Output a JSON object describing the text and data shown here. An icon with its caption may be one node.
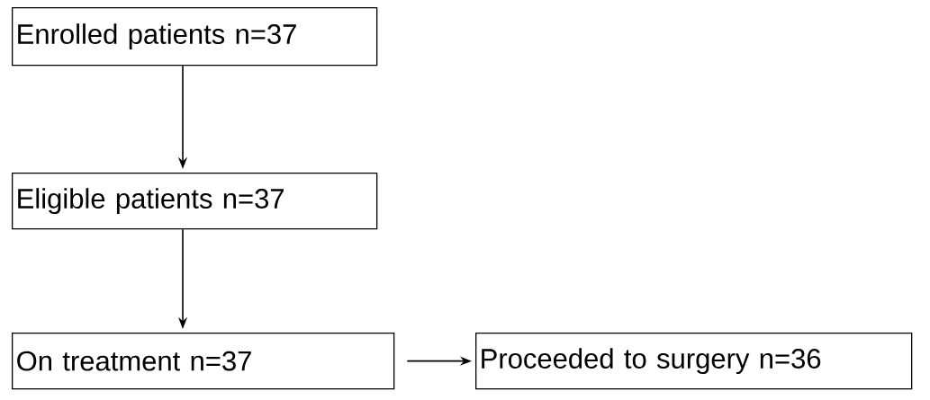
{
  "diagram": {
    "nodes": [
      {
        "text": [
          "Enrolled patients  n=37"
        ]
      },
      {
        "text": [
          "Eligible patients  n=37"
        ]
      },
      {
        "text": [
          "On treatment  n=37"
        ]
      },
      {
        "text": [
          "Proceeded to surgery  n=36"
        ]
      }
    ],
    "edges": [
      {
        "from": 0,
        "to": 1,
        "arrow": "to"
      },
      {
        "from": 1,
        "to": 2,
        "arrow": "to"
      },
      {
        "from": 2,
        "to": 3,
        "arrow": "to"
      }
    ]
  }
}
